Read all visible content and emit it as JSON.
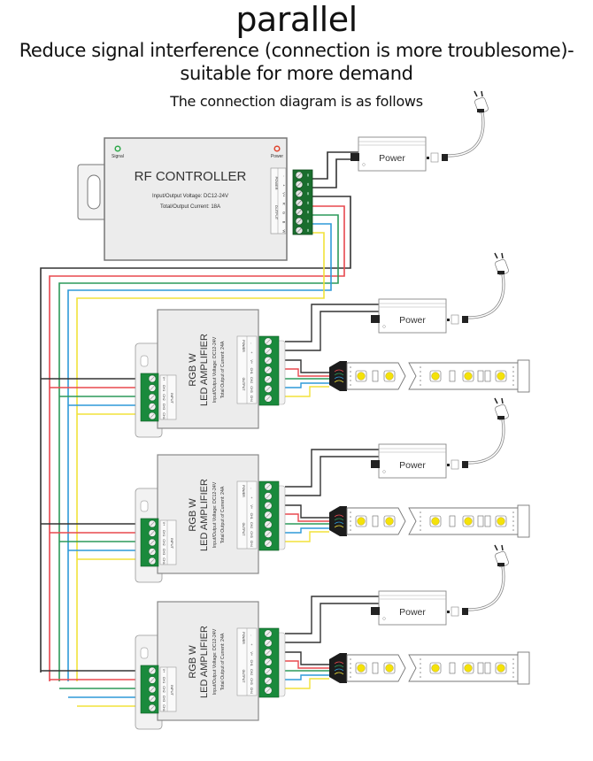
{
  "heading": {
    "title": "parallel",
    "subtitle_line1": "Reduce signal interference (connection is more troublesome)-",
    "subtitle_line2": "suitable for more demand",
    "caption": "The connection diagram is as follows"
  },
  "controller": {
    "name": "RF CONTROLLER",
    "voltage": "Input/Output Voltage: DC12-24V",
    "current": "Total/Output Current: 18A",
    "signal_led_label": "Signal",
    "power_led_label": "Power",
    "power_terminal_label": "POWER",
    "output_terminal_label": "OUTPUT",
    "terminal_pins": [
      "-",
      "+",
      "V+",
      "R",
      "G",
      "B",
      "W"
    ],
    "signal_led_color": "#2ea84a",
    "power_led_color": "#e0442e"
  },
  "amplifiers": [
    {
      "name_line1": "RGB W",
      "name_line2": "LED AMPLIFIER",
      "voltage": "Input/Output Voltage: DC12-24V",
      "current": "Total Output of Current: 24A",
      "input_label": "INPUT",
      "input_pins": [
        "V+",
        "CH1",
        "CH2",
        "CH3",
        "CH4"
      ],
      "power_label": "POWER",
      "output_label": "OUTPUT",
      "output_pins": [
        "-",
        "+",
        "V+",
        "CH1",
        "CH2",
        "CH3",
        "CH4"
      ]
    },
    {
      "name_line1": "RGB W",
      "name_line2": "LED AMPLIFIER",
      "voltage": "Input/Output Voltage: DC12-24V",
      "current": "Total Output of Current: 24A",
      "input_label": "INPUT",
      "input_pins": [
        "V+",
        "CH1",
        "CH2",
        "CH3",
        "CH4"
      ],
      "power_label": "POWER",
      "output_label": "OUTPUT",
      "output_pins": [
        "-",
        "+",
        "V+",
        "CH1",
        "CH2",
        "CH3",
        "CH4"
      ]
    },
    {
      "name_line1": "RGB W",
      "name_line2": "LED AMPLIFIER",
      "voltage": "Input/Output Voltage: DC12-24V",
      "current": "Total Output of Current: 24A",
      "input_label": "INPUT",
      "input_pins": [
        "V+",
        "CH1",
        "CH2",
        "CH3",
        "CH4"
      ],
      "power_label": "POWER",
      "output_label": "OUTPUT",
      "output_pins": [
        "-",
        "+",
        "V+",
        "CH1",
        "CH2",
        "CH3",
        "CH4"
      ]
    }
  ],
  "power_supplies": [
    {
      "label": "Power"
    },
    {
      "label": "Power"
    },
    {
      "label": "Power"
    },
    {
      "label": "Power"
    }
  ],
  "wire_colors": {
    "v_plus": "#333333",
    "red": "#e8484f",
    "green": "#2c9a5a",
    "blue": "#2e9ad8",
    "yellow": "#f2e23a",
    "terminal_green": "#1a8a3c",
    "led_yellow": "#f4e20a"
  }
}
